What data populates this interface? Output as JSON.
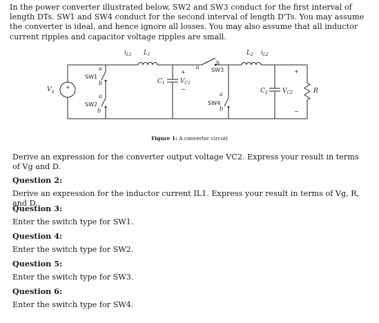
{
  "intro": "In the power converter illustrated below, SW2 and SW3 conduct for the first interval of length DTs. SW1 and SW4 conduct for the second interval of length D'Ts. You may assume the converter is ideal, and hence ignore all losses. You may also assume that all inductor current ripples and capacitor voltage ripples are small.",
  "figure": {
    "label": "Figure 1:",
    "caption": "A converter circuit",
    "labels": {
      "il1": "i",
      "il1_sub": "L1",
      "l1": "L",
      "l1_sub": "1",
      "l2": "L",
      "l2_sub": "2",
      "il2": "i",
      "il2_sub": "L2",
      "c1": "C",
      "c1_sub": "1",
      "vc1": "V",
      "vc1_sub": "C1",
      "c2": "C",
      "c2_sub": "2",
      "vc2": "V",
      "vc2_sub": "C2",
      "r": "R",
      "vg": "V",
      "vg_sub": "g",
      "sw1": "SW1",
      "sw2": "SW2",
      "sw3": "SW3",
      "sw4": "SW4",
      "a": "a",
      "b": "b",
      "plus": "+",
      "minus": "−"
    }
  },
  "questions": [
    {
      "text": "Derive an expression for the converter output voltage VC2. Express your result in terms of Vg and D."
    },
    {
      "heading": "Question 2:",
      "text": "Derive an expression for the inductor current IL1. Express your result in terms of Vg, R, and D."
    },
    {
      "heading": "Question 3:",
      "text": "Enter the switch type for SW1."
    },
    {
      "heading": "Question 4:",
      "text": "Enter the switch type for SW2."
    },
    {
      "heading": "Question 5:",
      "text": "Enter the switch type for SW3."
    },
    {
      "heading": "Question 6:",
      "text": "Enter the switch type for SW4."
    }
  ]
}
